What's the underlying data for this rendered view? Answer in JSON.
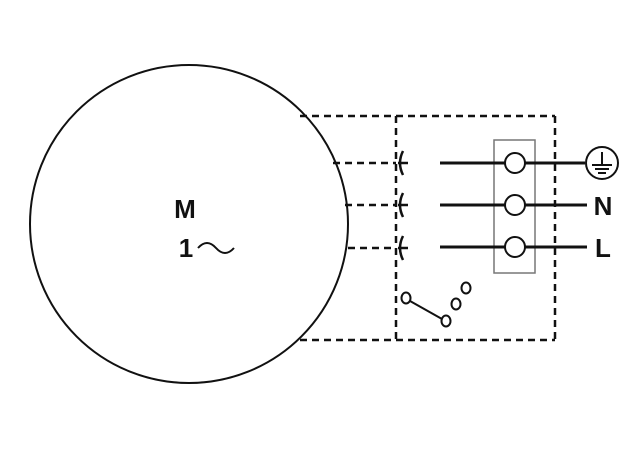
{
  "motor": {
    "symbol": "M",
    "phase": "1",
    "ac_symbol": "~"
  },
  "terminals": {
    "neutral_label": "N",
    "line_label": "L"
  },
  "icons": {
    "ground": "ground-earth-icon",
    "switch": "speed-selector-switch-icon"
  },
  "colors": {
    "line": "#111111",
    "block_outline": "#777777",
    "background": "#ffffff"
  }
}
